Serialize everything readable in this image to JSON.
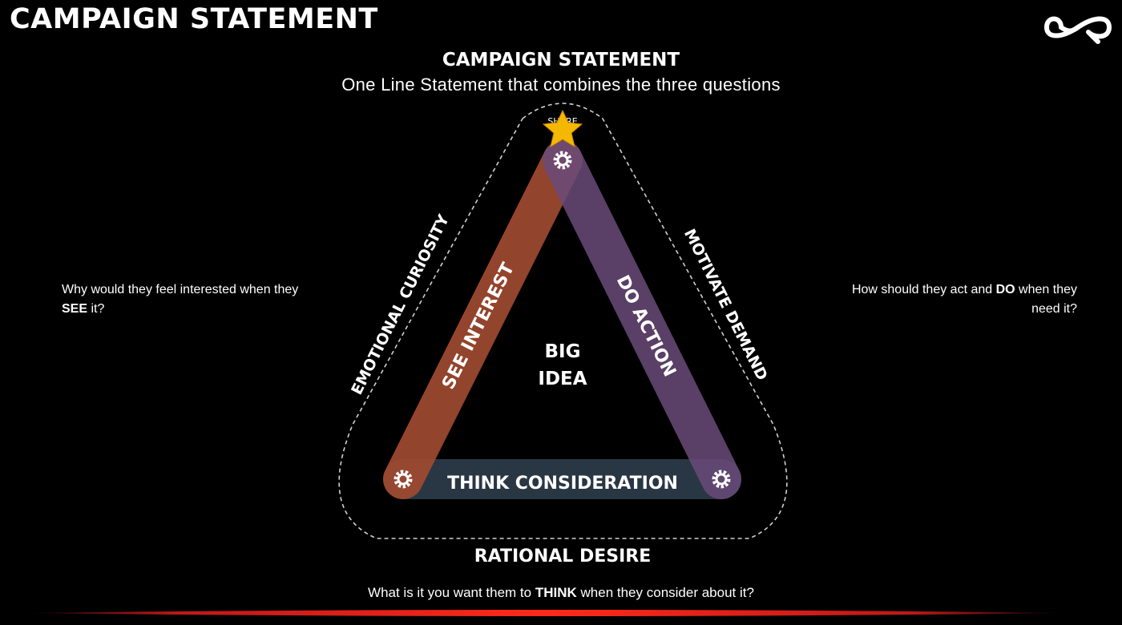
{
  "header": {
    "title": "CAMPAIGN STATEMENT",
    "logo_icon": "infinity-logo-icon"
  },
  "subtitle": {
    "title": "CAMPAIGN STATEMENT",
    "description": "One Line Statement that combines the three questions"
  },
  "diagram": {
    "top_label": "SHARE",
    "top_icon": "star-icon",
    "center_line1": "BIG",
    "center_line2": "IDEA",
    "edge_left": "SEE INTEREST",
    "edge_right": "DO ACTION",
    "edge_bottom": "THINK CONSIDERATION",
    "outer_left": "EMOTIONAL CURIOSITY",
    "outer_right": "MOTIVATE DEMAND",
    "outer_bottom": "RATIONAL DESIRE",
    "node_icon": "gear-icon",
    "colors": {
      "see_bar": "#a04a30",
      "do_bar": "#6a4a7a",
      "think_bar": "#2c3a48",
      "dashed_outline": "#d0d0d0",
      "star": "#f5b800",
      "footer_stripe": "#e02020"
    }
  },
  "questions": {
    "left": {
      "before": "Why would they feel interested when they ",
      "strong": "SEE",
      "after": " it?"
    },
    "right": {
      "before": "How should they act and ",
      "strong": "DO",
      "after": " when they need it?"
    },
    "bottom": {
      "before": "What is it you want them to ",
      "strong": "THINK",
      "after": " when they consider about it?"
    }
  }
}
